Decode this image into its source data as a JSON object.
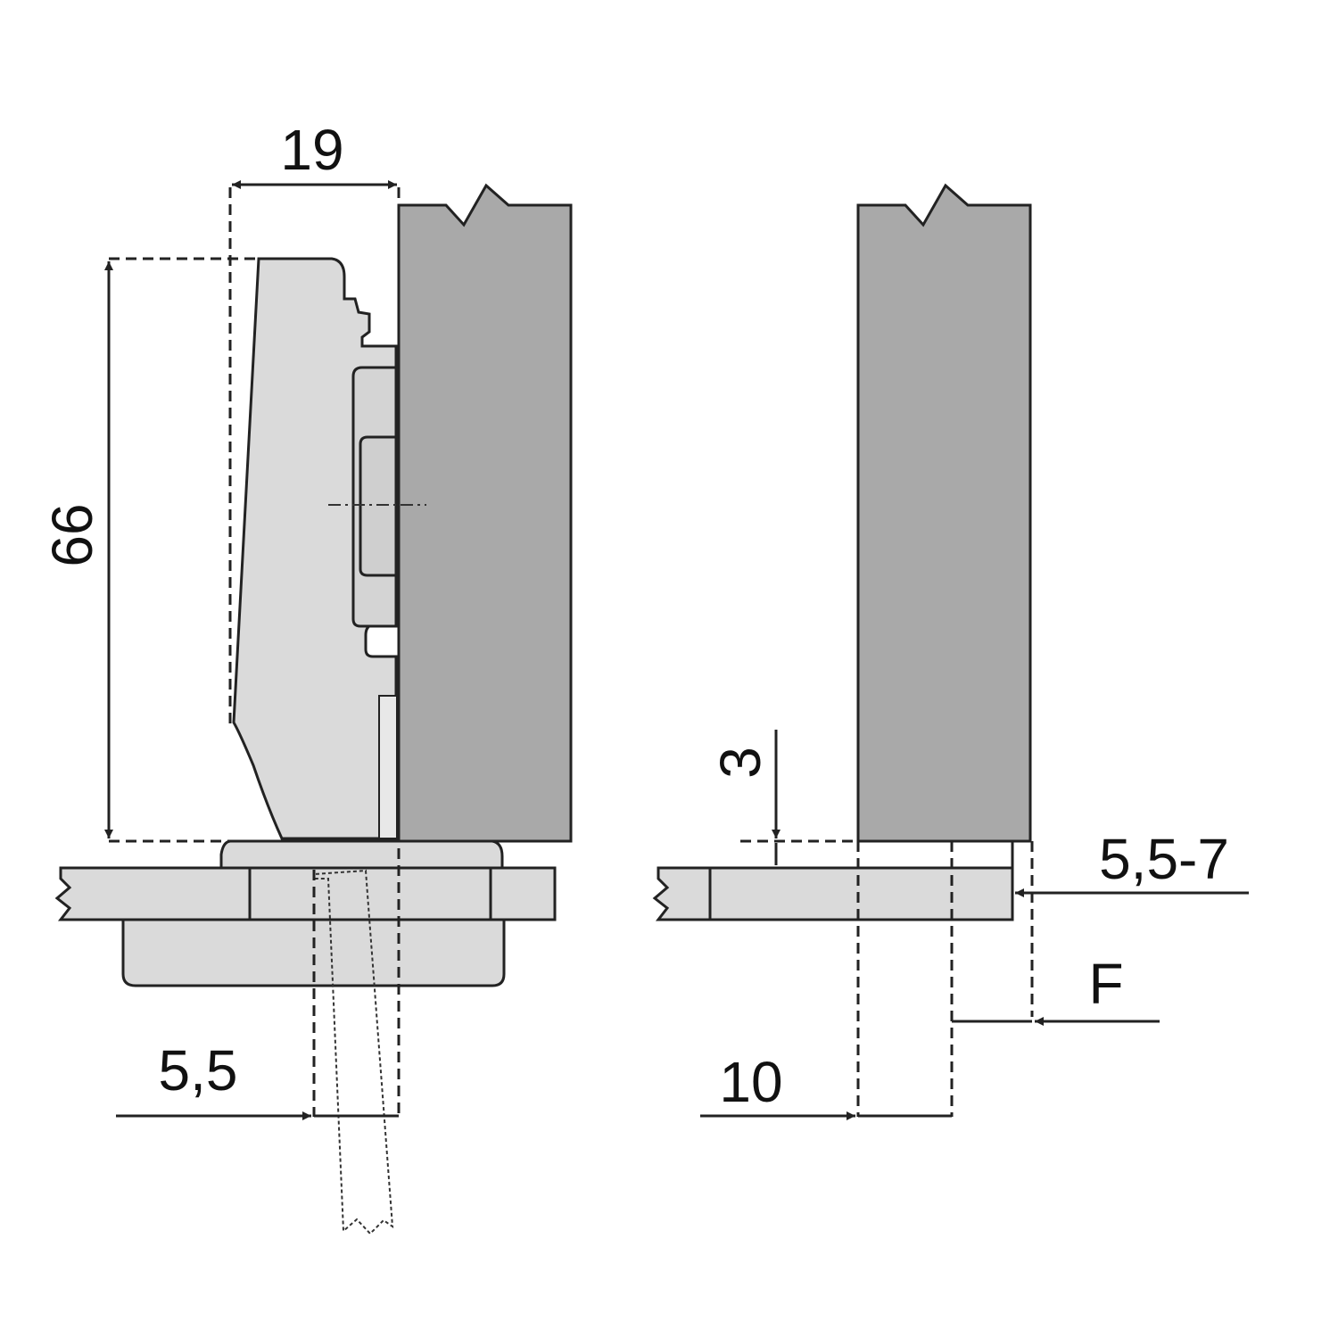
{
  "diagram": {
    "colors": {
      "panel": "#a9a9a9",
      "hinge": "#dadada",
      "stroke": "#222222",
      "background": "#ffffff"
    },
    "dimensions": {
      "overlay_width": "19",
      "cup_height": "66",
      "cup_offset": "5,5",
      "door_gap": "3",
      "thickness_range": "5,5-7",
      "offset_label": "F",
      "drill_distance": "10"
    }
  }
}
